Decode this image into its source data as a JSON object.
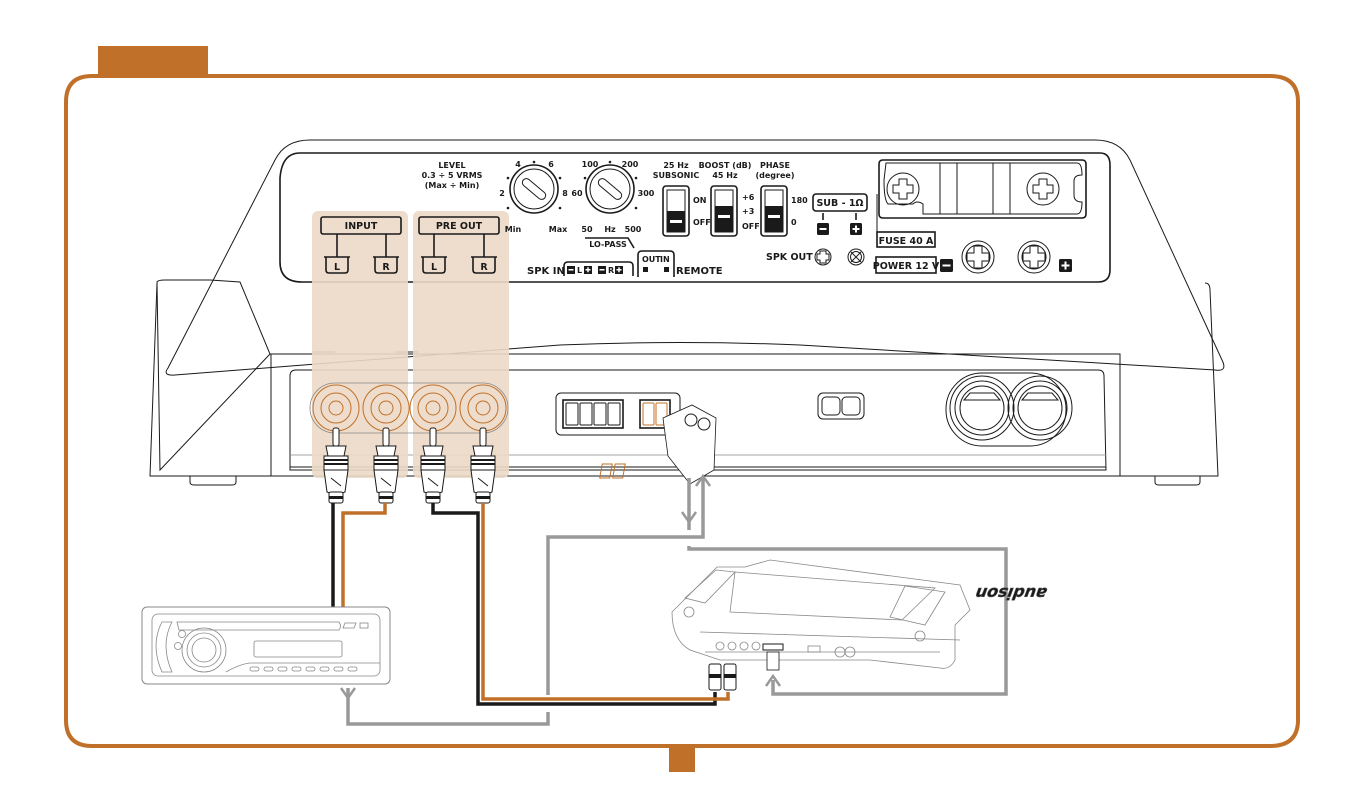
{
  "figure": {
    "accent_color": "#c07028",
    "highlight_color": "#ecd9c6",
    "cable_black": "#1a1a1a",
    "cable_orange": "#c07028",
    "cable_grey": "#999999",
    "header_tab_label": "",
    "page_tab_label": ""
  },
  "panel": {
    "level": {
      "title": "LEVEL",
      "range": "0.3 ÷ 5 VRMS",
      "note": "(Max ÷ Min)",
      "ticks": [
        "4",
        "6",
        "2",
        "8",
        "Min",
        "Max"
      ]
    },
    "lopass": {
      "ticks": [
        "100",
        "200",
        "60",
        "300",
        "50",
        "Hz",
        "500"
      ],
      "label": "LO-PASS"
    },
    "subsonic": {
      "title1": "25 Hz",
      "title2": "SUBSONIC",
      "opts": [
        "ON",
        "OFF"
      ]
    },
    "boost": {
      "title1": "BOOST (dB)",
      "title2": "45 Hz",
      "opts": [
        "+6",
        "+3",
        "OFF"
      ]
    },
    "phase": {
      "title1": "PHASE",
      "title2": "(degree)",
      "opts": [
        "180",
        "0"
      ]
    },
    "sub_label": "SUB - 1Ω",
    "spk_out": "SPK OUT",
    "fuse": "FUSE 40 A",
    "power": "POWER 12 V",
    "input": {
      "title": "INPUT",
      "left": "L",
      "right": "R"
    },
    "preout": {
      "title": "PRE OUT",
      "left": "L",
      "right": "R"
    },
    "spk_in": {
      "title": "SPK IN",
      "l": "L",
      "r": "R"
    },
    "remote": {
      "out": "OUT",
      "in": "IN",
      "title": "REMOTE"
    }
  },
  "amp": {
    "brand": "audison"
  }
}
